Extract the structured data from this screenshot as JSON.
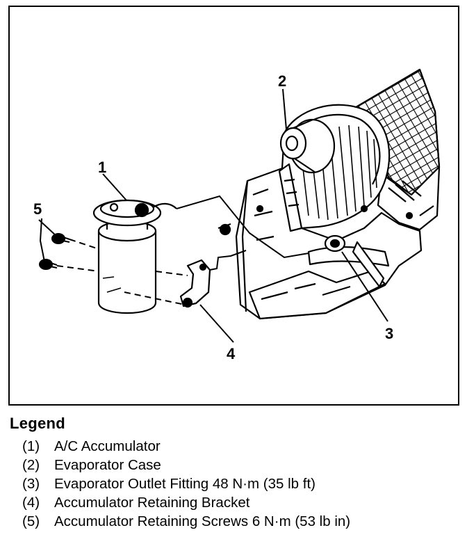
{
  "callouts": {
    "c1": "1",
    "c2": "2",
    "c3": "3",
    "c4": "4",
    "c5": "5"
  },
  "legend": {
    "title": "Legend",
    "items": [
      {
        "num": "(1)",
        "text": "A/C Accumulator"
      },
      {
        "num": "(2)",
        "text": "Evaporator Case"
      },
      {
        "num": "(3)",
        "text": "Evaporator Outlet Fitting 48 N·m (35 lb ft)"
      },
      {
        "num": "(4)",
        "text": "Accumulator Retaining Bracket"
      },
      {
        "num": "(5)",
        "text": "Accumulator Retaining Screws 6 N·m (53 lb in)"
      }
    ]
  }
}
